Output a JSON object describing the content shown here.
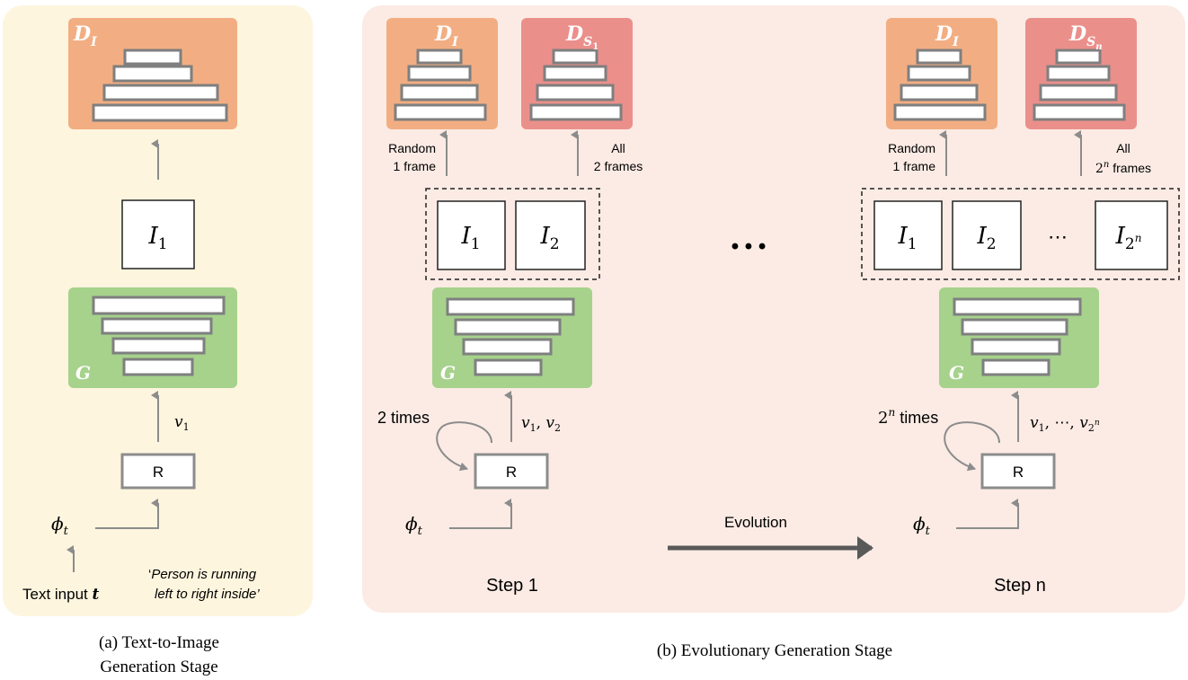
{
  "panel_a": {
    "discriminator": {
      "main": "D",
      "sub": "I"
    },
    "frame": {
      "main": "I",
      "sub": "1"
    },
    "generator": "G",
    "vector": {
      "main": "v",
      "sub": "1"
    },
    "recurrent": "R",
    "phi": {
      "main": "ϕ",
      "sub": "t"
    },
    "text_input": {
      "label": "Text input ",
      "var": "t"
    },
    "prompt": {
      "quote_open": "‘",
      "line1": "Person is running",
      "line2": "left to right inside’"
    },
    "caption": {
      "line1": "(a) Text-to-Image",
      "line2": "Generation Stage"
    }
  },
  "panel_b": {
    "step1": {
      "disc_image": {
        "main": "D",
        "sub": "I"
      },
      "disc_seq": {
        "main": "D",
        "sub": "S",
        "subsub": "1"
      },
      "random_label": {
        "line1": "Random",
        "line2": "1 frame"
      },
      "all_label": {
        "line1": "All",
        "line2": "2 frames"
      },
      "frames": [
        {
          "main": "I",
          "sub": "1"
        },
        {
          "main": "I",
          "sub": "2"
        }
      ],
      "generator": "G",
      "times": "2 times",
      "vectors": {
        "v": "v",
        "s1": "1",
        "sep": ", ",
        "s2": "2"
      },
      "recurrent": "R",
      "phi": {
        "main": "ϕ",
        "sub": "t"
      },
      "caption": "Step 1"
    },
    "ellipsis": "• • •",
    "evolution_label": "Evolution",
    "stepn": {
      "disc_image": {
        "main": "D",
        "sub": "I"
      },
      "disc_seq": {
        "main": "D",
        "sub": "S",
        "subsub": "n"
      },
      "random_label": {
        "line1": "Random",
        "line2": "1 frame"
      },
      "all_label": {
        "line1": "All",
        "base": "2",
        "exp": "n",
        "line2_rest": " frames"
      },
      "frames": [
        {
          "main": "I",
          "sub": "1"
        },
        {
          "main": "I",
          "sub": "2"
        },
        {
          "main": "I",
          "sub": "2",
          "subsup": "n"
        }
      ],
      "frame_ellipsis": "⋯",
      "generator": "G",
      "times": {
        "base": "2",
        "exp": "n",
        "rest": " times"
      },
      "vectors": {
        "v": "v",
        "s1": "1",
        "mid": ", ⋯, ",
        "s2": "2",
        "s2exp": "n"
      },
      "recurrent": "R",
      "phi": {
        "main": "ϕ",
        "sub": "t"
      },
      "caption": "Step n"
    },
    "caption": "(b) Evolutionary Generation Stage"
  },
  "colors": {
    "panel_a_bg": "#fdf5de",
    "panel_b_bg": "#fbebe4",
    "disc_orange": "#f2ae82",
    "disc_red": "#eb8f8b",
    "generator_green": "#a6d28c",
    "arrow_gray": "#8c8c8c",
    "evolution_arrow": "#595959"
  }
}
